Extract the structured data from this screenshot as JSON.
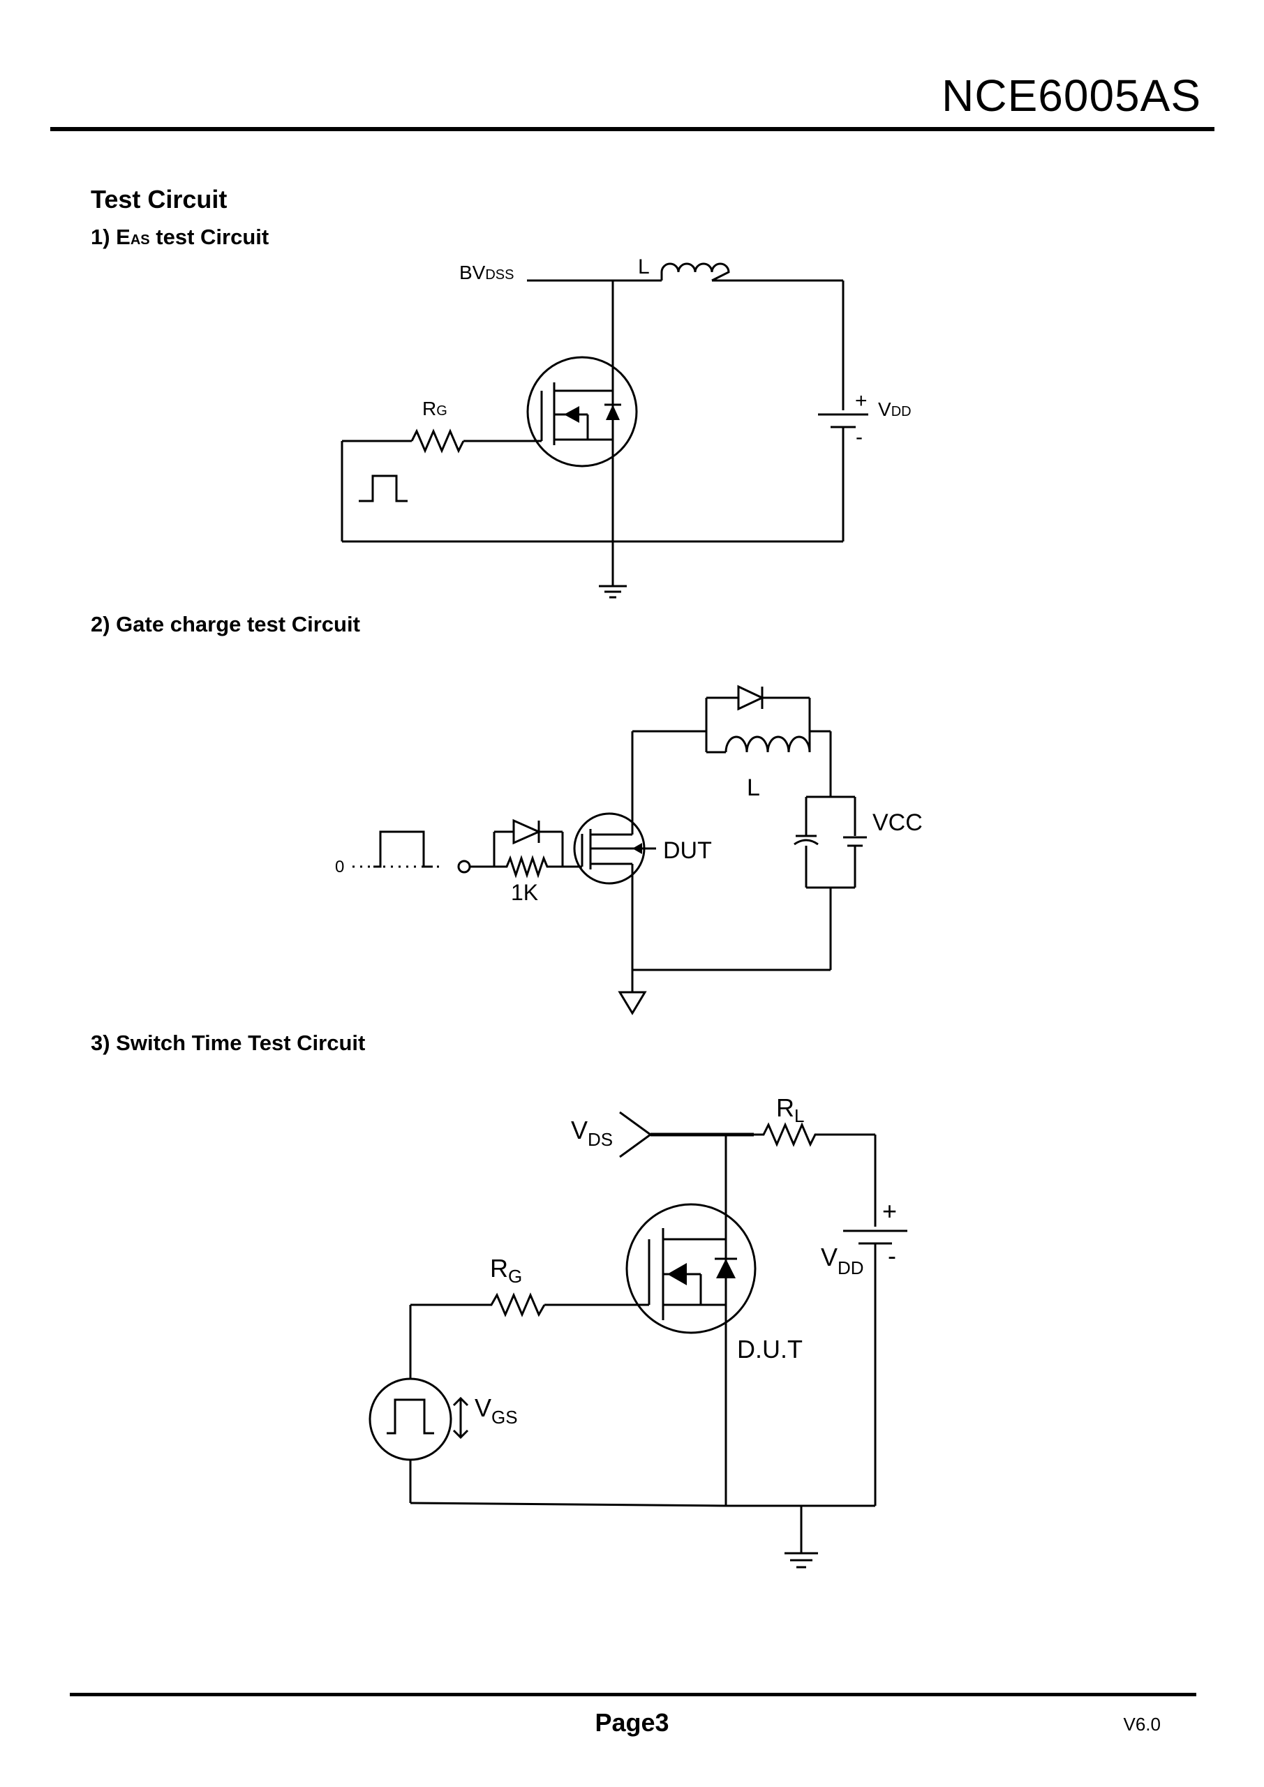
{
  "header": {
    "part_number": "NCE6005AS"
  },
  "section_title": "Test Circuit",
  "circuits": [
    {
      "title_prefix": "1) E",
      "title_sub": "AS",
      "title_suffix": " test Circuit",
      "labels": {
        "bvdss_main": "BV",
        "bvdss_sub": "DSS",
        "inductor": "L",
        "rg_main": "R",
        "rg_sub": "G",
        "vdd_plus": "+",
        "vdd_main": "V",
        "vdd_sub": "DD",
        "vdd_minus": "-"
      }
    },
    {
      "title": "2) Gate charge test Circuit",
      "labels": {
        "zero": "0",
        "resistor": "1K",
        "dut": "DUT",
        "inductor": "L",
        "vcc": "VCC"
      }
    },
    {
      "title": "3) Switch Time Test Circuit",
      "labels": {
        "vds_main": "V",
        "vds_sub": "DS",
        "rl_main": "R",
        "rl_sub": "L",
        "rg_main": "R",
        "rg_sub": "G",
        "vdd_plus": "+",
        "vdd_main": "V",
        "vdd_sub": "DD",
        "vdd_minus": "-",
        "dut": "D.U.T",
        "vgs_main": "V",
        "vgs_sub": "GS"
      }
    }
  ],
  "footer": {
    "page": "Page3",
    "version": "V6.0"
  }
}
